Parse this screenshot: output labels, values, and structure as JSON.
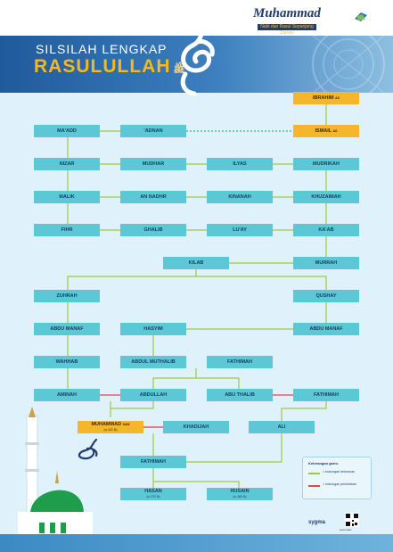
{
  "brand": {
    "name": "Muhammad",
    "tagline": "Nabi dan Rasul Sepanjang Zaman"
  },
  "header": {
    "title_line1": "SILSILAH LENGKAP",
    "title_line2": "RASULULLAH",
    "honorific": "ﷺ"
  },
  "nodes": {
    "ibrahim": {
      "label": "IBRAHIM",
      "suffix": "AS"
    },
    "ismail": {
      "label": "ISMAIL",
      "suffix": "AS"
    },
    "maadd": "MA'ADD",
    "adnan": "'ADNAN",
    "nizar": "NIZAR",
    "mudhar": "MUDHAR",
    "ilyas": "ILYAS",
    "mudrikah": "MUDRIKAH",
    "malik": "MALIK",
    "an_nadhr": "AN NADHR",
    "kinanah": "KINANAH",
    "khuzaimah": "KHUZAIMAH",
    "fihr": "FIHR",
    "ghalib": "GHALIB",
    "luay": "LU'AY",
    "kaab": "KA'AB",
    "kilab": "KILAB",
    "murrah": "MURRAH",
    "zuhrah": "ZUHRAH",
    "qushay": "QUSHAY",
    "abdu_manaf_left": "ABDU MANAF",
    "hasyim": "HASYIM",
    "abdu_manaf_right": "ABDU MANAF",
    "wahhab": "WAHHAB",
    "abdul_muthalib": "ABDUL MUTHALIB",
    "fathimah_1": "FATHIMAH",
    "aminah": "AMINAH",
    "abdullah": "ABDULLAH",
    "abu_thalib": "ABU THALIB",
    "fathimah_2": "FATHIMAH",
    "muhammad": {
      "label": "MUHAMMAD",
      "suffix": "SAW",
      "sub": "(w. 632 M)"
    },
    "khadijah": "KHADIJAH",
    "ali": "ALI",
    "fathimah_3": "FATHIMAH",
    "hasan": {
      "label": "HASAN",
      "sub": "(w. 670 M)"
    },
    "husain": {
      "label": "HUSAIN",
      "sub": "(w. 680 M)"
    }
  },
  "legend": {
    "title": "Keterangan garis:",
    "items": [
      {
        "label": "= hubungan keturunan",
        "color": "#9ccc3d"
      },
      {
        "label": "= hubungan pernikahan",
        "color": "#e04848"
      }
    ],
    "dotted_color": "#4dc48a"
  },
  "footer": {
    "publisher": "sygma",
    "website": "www.sdiel"
  },
  "colors": {
    "node": "#5cc8d6",
    "highlight": "#f6b62b",
    "descent": "#9ccc3d",
    "marriage": "#e04848"
  }
}
